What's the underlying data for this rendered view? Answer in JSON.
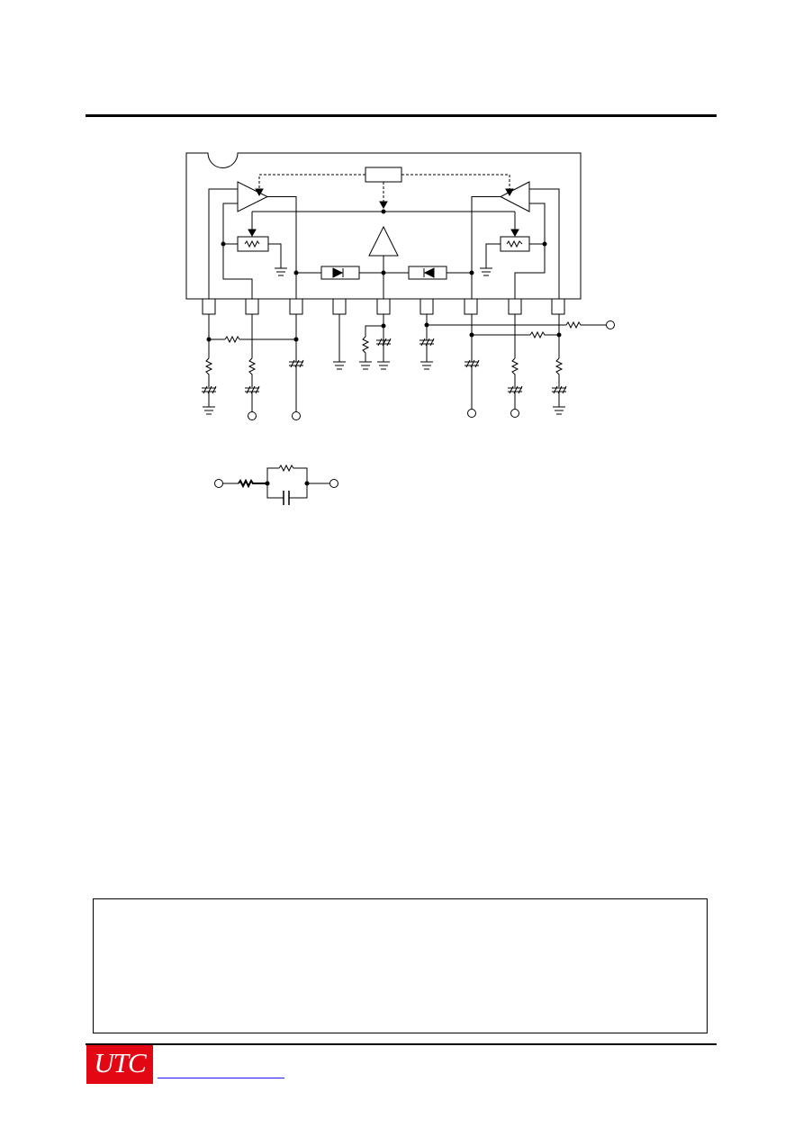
{
  "page": {
    "background": "#ffffff",
    "ink": "#000000"
  },
  "schematic": {
    "pin_count": 9,
    "ic_amplifiers": [
      "left-power-amplifier",
      "right-power-amplifier",
      "center-buffer-amplifier"
    ]
  },
  "footer": {
    "logo_text": "UTC",
    "logo_color": "#e30613",
    "link_color": "#1a1aff"
  }
}
